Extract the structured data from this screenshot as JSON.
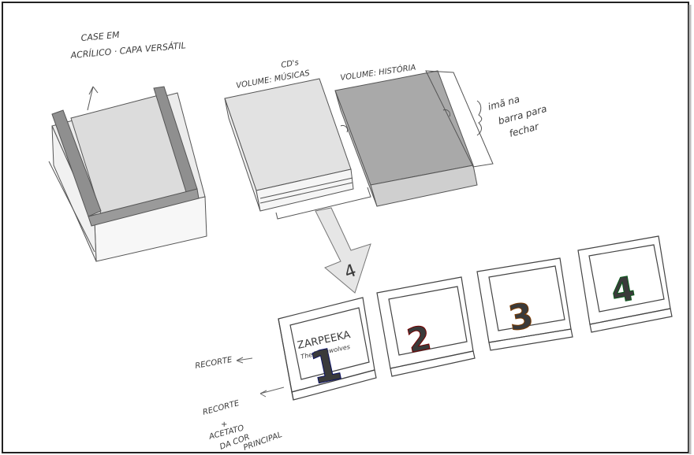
{
  "annotations": {
    "case_line1": "CASE EM",
    "case_line2": "ACRÍLICO · CAPA VERSÁTIL",
    "vol_musicas_top": "CD's",
    "vol_musicas": "VOLUME: MÚSICAS",
    "vol_historia": "VOLUME: HISTÓRIA",
    "magnet_line1": "imã na",
    "magnet_line2": "barra para",
    "magnet_line3": "fechar",
    "arrow_number": "4",
    "brand_name": "ZARPEEKA",
    "brand_sub": "The Teenwolves",
    "recorte1": "RECORTE",
    "recorte2": "RECORTE",
    "plus": "+",
    "acetato": "ACETATO",
    "da_cor": "DA COR",
    "principal": "PRINCIPAL"
  },
  "tiles": [
    {
      "number": "1",
      "color": "#1a2a9a"
    },
    {
      "number": "2",
      "color": "#d21a2a"
    },
    {
      "number": "3",
      "color": "#f08a1a"
    },
    {
      "number": "4",
      "color": "#2fb84a"
    }
  ]
}
